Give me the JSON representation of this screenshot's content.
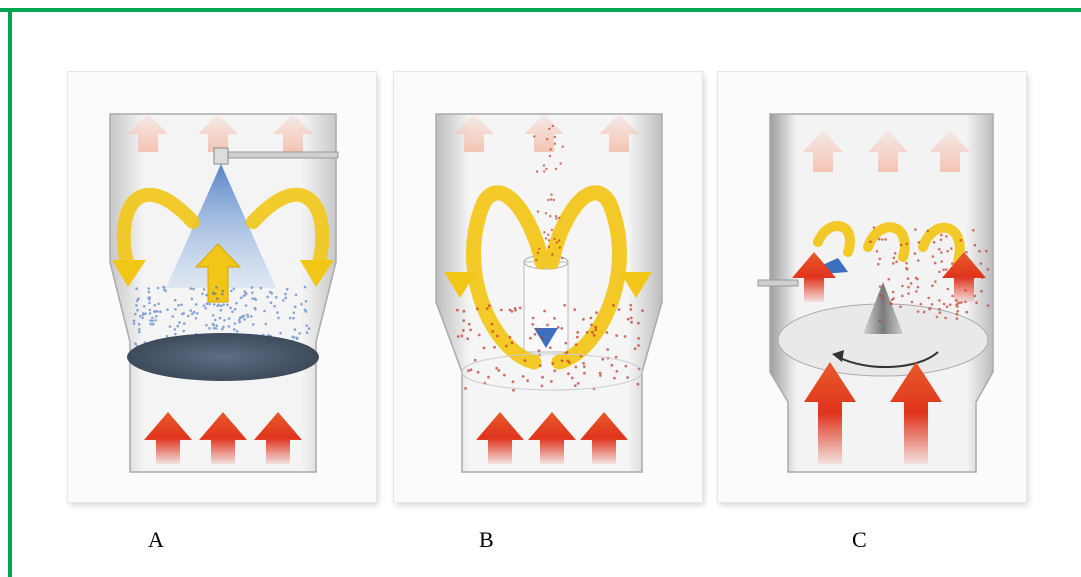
{
  "figure": {
    "frame_color": "#00a651",
    "panels": [
      {
        "id": "A",
        "label": "A"
      },
      {
        "id": "B",
        "label": "B"
      },
      {
        "id": "C",
        "label": "C"
      }
    ],
    "colors": {
      "hot_air": "#e0341c",
      "exhaust": "#f4c4b4",
      "circulation": "#f2c616",
      "spray": "#3d6fbf",
      "particles": "#c0392b"
    }
  }
}
